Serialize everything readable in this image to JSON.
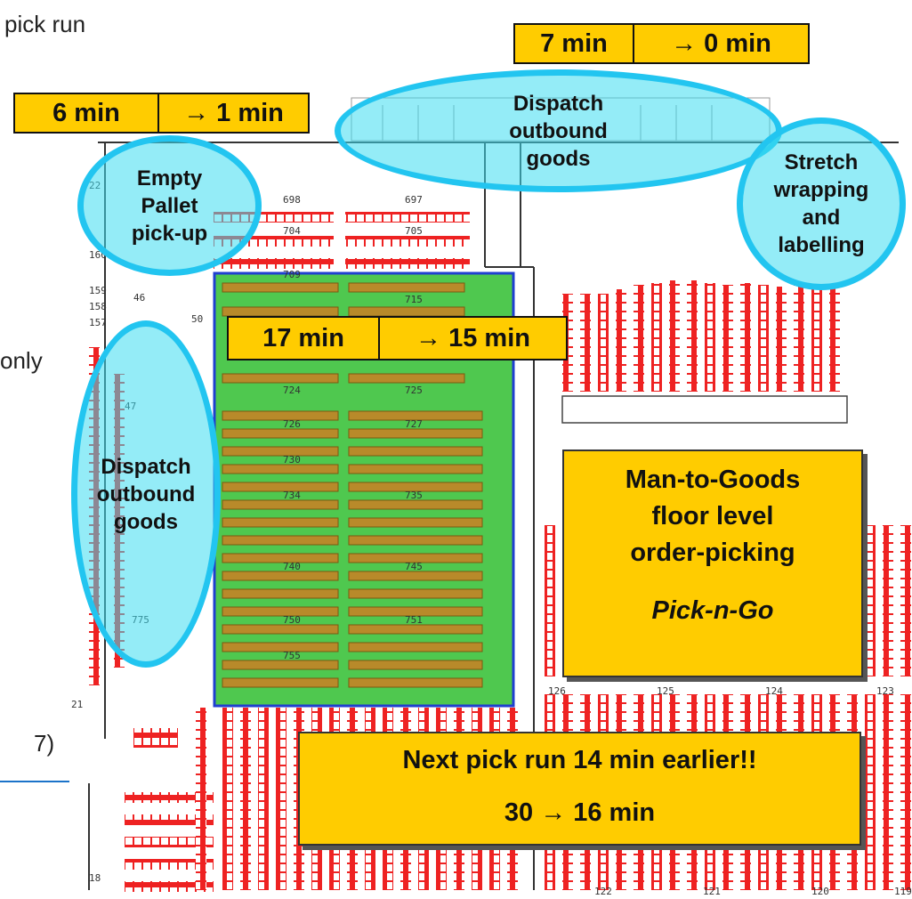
{
  "fragments": {
    "top_left": "pick run",
    "mid_left": "only",
    "lower_left": "7)"
  },
  "time_boxes": [
    {
      "before": "7 min",
      "after": "→ 0 min"
    },
    {
      "before": "6 min",
      "after": "→ 1 min"
    },
    {
      "before": "17 min",
      "after": "→ 15 min"
    }
  ],
  "bubbles": {
    "dispatch_top": "Dispatch\noutbound\ngoods",
    "empty_pallet": "Empty\nPallet\npick-up",
    "stretch_wrapping": "Stretch\nwrapping\nand\nlabelling",
    "dispatch_left": "Dispatch\noutbound\ngoods"
  },
  "callouts": {
    "man_to_goods": {
      "lines": [
        "Man-to-Goods",
        "floor level",
        "order-picking"
      ],
      "subtitle": "Pick-n-Go"
    },
    "next_pick": {
      "headline": "Next pick run 14 min earlier!!",
      "detail": "30 → 16 min"
    }
  },
  "floor_labels": [
    "698",
    "697",
    "704",
    "705",
    "709",
    "715",
    "724",
    "725",
    "726",
    "727",
    "730",
    "734",
    "735",
    "740",
    "745",
    "750",
    "751",
    "755",
    "775",
    "159",
    "158",
    "157",
    "160",
    "46",
    "50",
    "47",
    "126",
    "125",
    "124",
    "123",
    "122",
    "121",
    "120",
    "119",
    "21",
    "18",
    "22"
  ],
  "colors": {
    "highlight_yellow": "#ffcc00",
    "bubble_cyan": "#22c5f0",
    "rack_red": "#ee2222",
    "zone_green": "#4fc84f",
    "zone_border": "#1f3fd0"
  }
}
